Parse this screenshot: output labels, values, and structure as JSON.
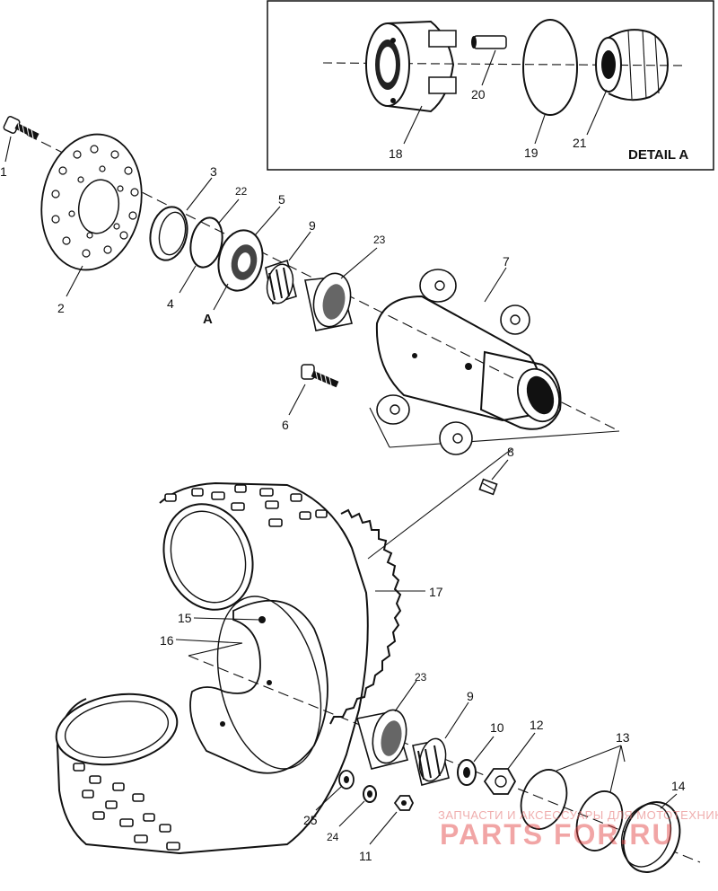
{
  "detail_box": {
    "title": "DETAIL A"
  },
  "callouts": {
    "c1": "1",
    "c2": "2",
    "c3": "3",
    "c4": "4",
    "c5": "5",
    "c6": "6",
    "c7": "7",
    "c8": "8",
    "c9a": "9",
    "c9b": "9",
    "c10": "10",
    "c11": "11",
    "c12": "12",
    "c13": "13",
    "c14": "14",
    "c15": "15",
    "c16": "16",
    "c17": "17",
    "c18": "18",
    "c19": "19",
    "c20": "20",
    "c21": "21",
    "c22": "22",
    "c23a": "23",
    "c23b": "23",
    "c24": "24",
    "c25": "25",
    "cA": "A"
  },
  "watermark": {
    "line1": "ЗАПЧАСТИ И АКСЕССУАРЫ ДЛЯ МОТОТЕХНИКИ",
    "line2": "PARTS FOR.RU"
  }
}
